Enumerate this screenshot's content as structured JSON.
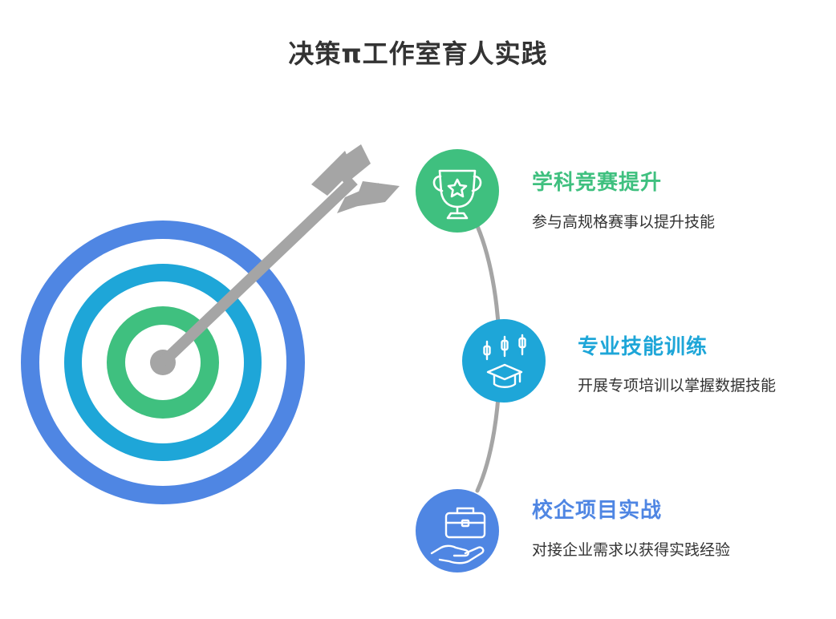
{
  "title": "决策π工作室育人实践",
  "colors": {
    "blue": "#4f86e3",
    "cyan": "#1ea6d8",
    "green": "#3fc07f",
    "gray": "#a5a5a5",
    "text": "#333333"
  },
  "items": [
    {
      "title": "学科竞赛提升",
      "description": "参与高规格赛事以提升技能",
      "icon": "trophy-icon",
      "color": "#3fc07f"
    },
    {
      "title": "专业技能训练",
      "description": "开展专项培训以掌握数据技能",
      "icon": "graduation-cap-icon",
      "color": "#1ea6d8"
    },
    {
      "title": "校企项目实战",
      "description": "对接企业需求以获得实践经验",
      "icon": "briefcase-hand-icon",
      "color": "#4f86e3"
    }
  ]
}
